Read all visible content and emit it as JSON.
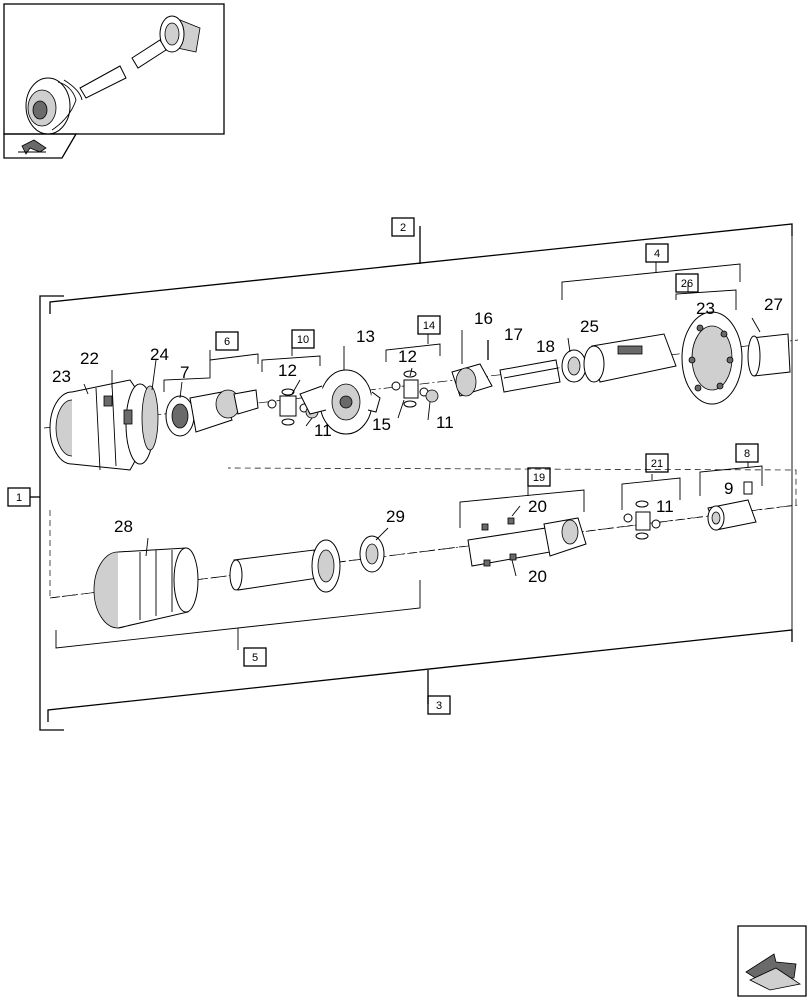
{
  "callouts": [
    "1",
    "2",
    "3",
    "4",
    "5",
    "6",
    "7",
    "8",
    "9",
    "10",
    "11",
    "11",
    "11",
    "12",
    "12",
    "13",
    "14",
    "15",
    "16",
    "17",
    "18",
    "19",
    "20",
    "20",
    "21",
    "22",
    "23",
    "23",
    "24",
    "25",
    "26",
    "27",
    "28",
    "29"
  ],
  "labels": {
    "n1": "1",
    "n2": "2",
    "n3": "3",
    "n4": "4",
    "n5": "5",
    "n6": "6",
    "n7": "7",
    "n8": "8",
    "n9": "9",
    "n10": "10",
    "n11a": "11",
    "n11b": "11",
    "n11c": "11",
    "n12a": "12",
    "n12b": "12",
    "n13": "13",
    "n14": "14",
    "n15": "15",
    "n16": "16",
    "n17": "17",
    "n18": "18",
    "n19": "19",
    "n20a": "20",
    "n20b": "20",
    "n21": "21",
    "n22": "22",
    "n23a": "23",
    "n23b": "23",
    "n24": "24",
    "n25": "25",
    "n26": "26",
    "n27": "27",
    "n28": "28",
    "n29": "29"
  },
  "icons": {
    "thumbnail": "driveshaft-thumbnail-icon",
    "nav_top": "navigate-back-icon",
    "nav_bottom": "navigate-next-icon"
  }
}
